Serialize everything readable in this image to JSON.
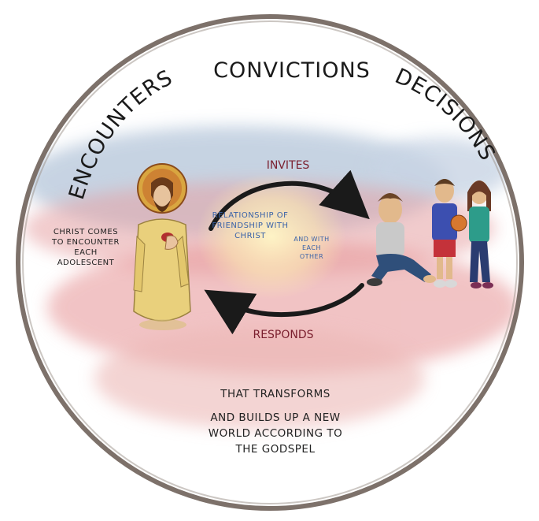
{
  "top_words": {
    "left": "ENCOUNTERS",
    "middle": "CONVICTIONS",
    "right": "DECISIONS"
  },
  "arrows": {
    "top_label": "INVITES",
    "bottom_label": "RESPONDS"
  },
  "center": {
    "relationship": "RELATIONSHIP OF FRIENDSHIP WITH CHRIST",
    "and_with": "AND WITH EACH OTHER"
  },
  "left_text": "CHRIST COMES TO ENCOUNTER EACH ADOLESCENT",
  "bottom_text": {
    "line1": "THAT TRANSFORMS",
    "line2": "AND BUILDS UP A NEW WORLD ACCORDING TO THE GODSPEL"
  },
  "colors": {
    "circle": "#7d716a",
    "arrow": "#1a1a1a",
    "invites_text": "#7a1f2e",
    "center_text": "#3b63a8",
    "wash_blue": "#b9c9dc",
    "wash_red": "#e7a5a5"
  },
  "icons": {
    "christ": "christ-figure-icon",
    "adolescents": "adolescents-group-icon",
    "arrow_top": "curved-arrow-right-icon",
    "arrow_bottom": "curved-arrow-left-icon"
  }
}
